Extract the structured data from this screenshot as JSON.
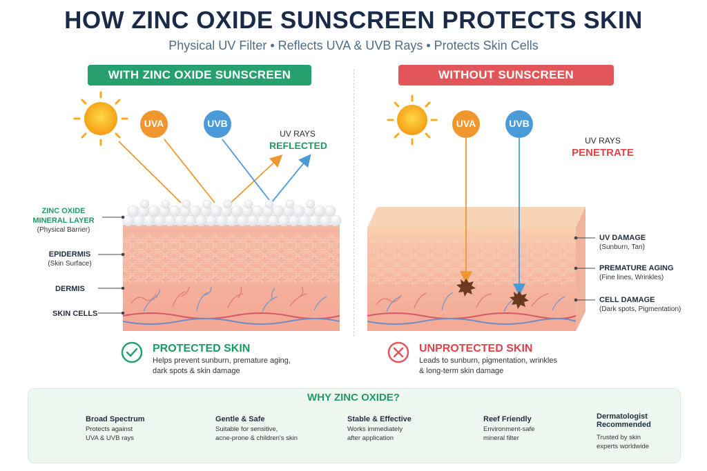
{
  "title": "HOW ZINC OXIDE SUNSCREEN PROTECTS SKIN",
  "subtitle": "Physical UV Filter • Reflects UVA & UVB Rays • Protects Skin Cells",
  "left_panel": {
    "banner": "WITH ZINC OXIDE SUNSCREEN",
    "uva_label": "UVA",
    "uvb_label": "UVB",
    "rays_caption": "UV RAYS",
    "rays_action": "REFLECTED",
    "labels": {
      "zinc_line1": "ZINC OXIDE",
      "zinc_line2": "MINERAL LAYER",
      "zinc_sub": "(Physical Barrier)",
      "epidermis": "EPIDERMIS",
      "epidermis_sub": "(Skin Surface)",
      "dermis": "DERMIS",
      "skin_cells": "SKIN CELLS"
    },
    "status_title": "PROTECTED SKIN",
    "status_line1": "Helps prevent sunburn, premature aging,",
    "status_line2": "dark spots & skin damage"
  },
  "right_panel": {
    "banner": "WITHOUT SUNSCREEN",
    "uva_label": "UVA",
    "uvb_label": "UVB",
    "rays_caption": "UV RAYS",
    "rays_action": "PENETRATE",
    "labels": {
      "uv_damage": "UV DAMAGE",
      "uv_damage_sub": "(Sunburn, Tan)",
      "aging": "PREMATURE AGING",
      "aging_sub": "(Fine lines, Wrinkles)",
      "cell_damage": "CELL DAMAGE",
      "cell_damage_sub": "(Dark spots, Pigmentation)"
    },
    "status_title": "UNPROTECTED SKIN",
    "status_line1": "Leads to sunburn, pigmentation, wrinkles",
    "status_line2": "& long-term skin damage"
  },
  "why": {
    "title": "WHY ZINC OXIDE?",
    "features": [
      {
        "icon": "shield-check-icon",
        "title": "Broad Spectrum",
        "line1": "Protects against",
        "line2": "UVA & UVB rays"
      },
      {
        "icon": "leaf-icon",
        "title": "Gentle & Safe",
        "line1": "Suitable for sensitive,",
        "line2": "acne-prone & children's skin"
      },
      {
        "icon": "droplet-icon",
        "title": "Stable & Effective",
        "line1": "Works immediately",
        "line2": "after application"
      },
      {
        "icon": "no-coral-damage-icon",
        "title": "Reef Friendly",
        "line1": "Environment-safe",
        "line2": "mineral filter"
      },
      {
        "icon": "dermatologist-icon",
        "title": "Dermatologist",
        "title2": "Recommended",
        "line1": "Trusted by skin",
        "line2": "experts worldwide"
      }
    ]
  },
  "colors": {
    "green": "#25a06e",
    "red": "#e2565a",
    "uva": "#f0962e",
    "uvb": "#4a9ad8",
    "sun": "#f7a81b",
    "skin": "#f6b9a4"
  }
}
